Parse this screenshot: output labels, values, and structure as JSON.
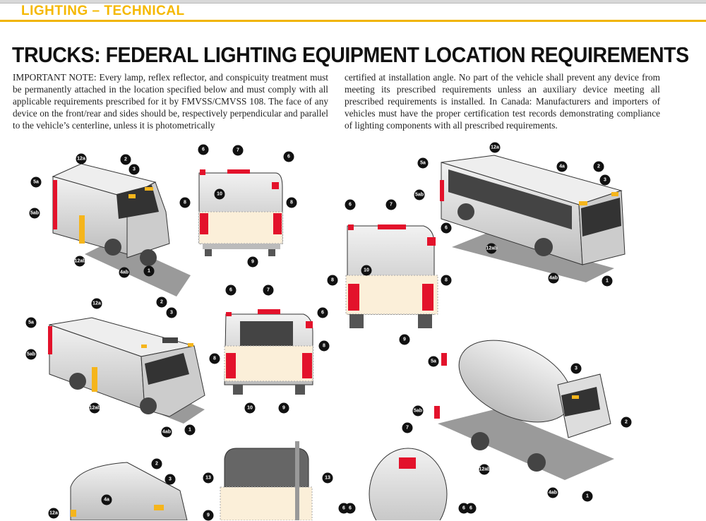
{
  "header": {
    "section": "LIGHTING – TECHNICAL",
    "title": "TRUCKS: FEDERAL LIGHTING EQUIPMENT LOCATION REQUIREMENTS"
  },
  "note": {
    "col1": "IMPORTANT NOTE: Every lamp, reflex reflector, and conspicuity treatment must be permanently attached in the location specified below and must comply with all applicable requirements prescribed for it by FMVSS/CMVSS 108. The face of any device on the front/rear and sides should be, respectively perpendicular and parallel to the vehicle’s centerline, unless it is photometrically",
    "col2": "certified at installation angle. No part of the vehicle shall prevent any device from meeting its prescribed requirements unless an auxiliary device meeting all prescribed requirements is installed. In Canada: Manufacturers and importers of vehicles must have the proper certification test records demonstrating compliance of lighting components with all prescribed requirements."
  },
  "colors": {
    "accent": "#f0b400",
    "lamp_red": "#e3122b",
    "lamp_amber": "#f5b51c",
    "body_gray": "#d9d9d9",
    "zone": "#fbefd9"
  },
  "callouts": {
    "step_van": [
      "12a",
      "2",
      "3",
      "5a",
      "5ab",
      "12ab",
      "4ab",
      "1"
    ],
    "step_van_rear": [
      "6",
      "7",
      "6",
      "8",
      "10",
      "8",
      "9"
    ],
    "bus_rear": [
      "6",
      "7",
      "6",
      "8",
      "10",
      "8",
      "9"
    ],
    "bus": [
      "12a",
      "5a",
      "4a",
      "2",
      "3",
      "5ab",
      "12ab",
      "4ab",
      "1"
    ],
    "motorhome": [
      "12a",
      "2",
      "3",
      "5a",
      "5ab",
      "12ab",
      "4ab",
      "1"
    ],
    "motorhome_rear": [
      "6",
      "7",
      "6",
      "8",
      "8",
      "10",
      "9"
    ],
    "mixer": [
      "5a",
      "3",
      "5ab",
      "2",
      "12ab",
      "4ab",
      "1"
    ],
    "mixer_rear": [
      "7",
      "6",
      "6",
      "6",
      "6"
    ],
    "tractor": [
      "2",
      "3",
      "4a",
      "12a"
    ],
    "trailer_rear": [
      "13",
      "13",
      "9"
    ]
  }
}
